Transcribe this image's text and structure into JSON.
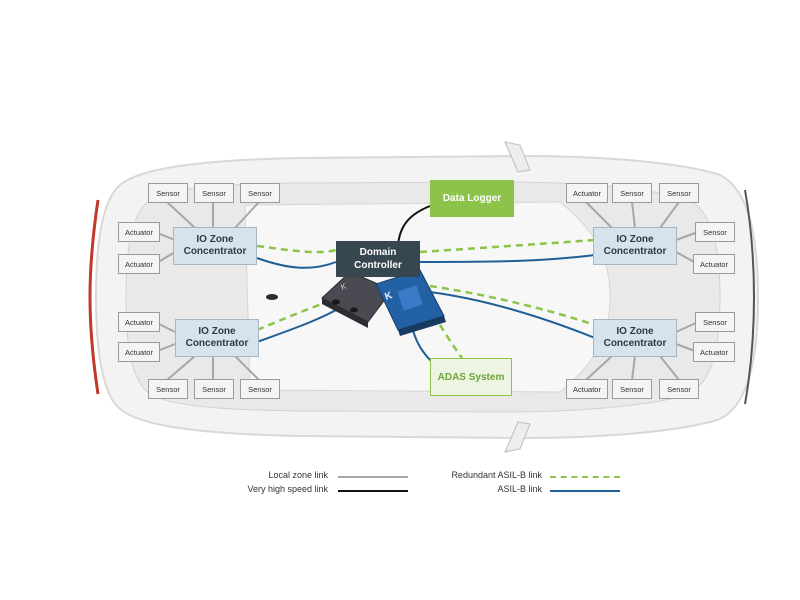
{
  "diagram": {
    "nodes": {
      "io_zone_fl": {
        "line1": "IO Zone",
        "line2": "Concentrator"
      },
      "io_zone_rl": {
        "line1": "IO Zone",
        "line2": "Concentrator"
      },
      "io_zone_fr": {
        "line1": "IO Zone",
        "line2": "Concentrator"
      },
      "io_zone_rr": {
        "line1": "IO Zone",
        "line2": "Concentrator"
      },
      "domain_controller": {
        "line1": "Domain",
        "line2": "Controller"
      },
      "data_logger": "Data Logger",
      "adas_system": "ADAS System"
    },
    "peripherals": {
      "sensor": "Sensor",
      "actuator": "Actuator"
    },
    "colors": {
      "local_zone_link": "#a7a7a7",
      "very_high_speed_link": "#111111",
      "redundant_asil_b_link": "#8dc34a",
      "asil_b_link": "#1f5f95",
      "io_zone_fill": "#d7e3ec",
      "domain_controller_fill": "#37474f",
      "data_logger_fill": "#8dc34a"
    }
  },
  "legend": {
    "local_zone_link": "Local zone link",
    "very_high_speed_link": "Very high speed link",
    "redundant_asil_b_link": "Redundant ASIL-B link",
    "asil_b_link": "ASIL-B link"
  }
}
